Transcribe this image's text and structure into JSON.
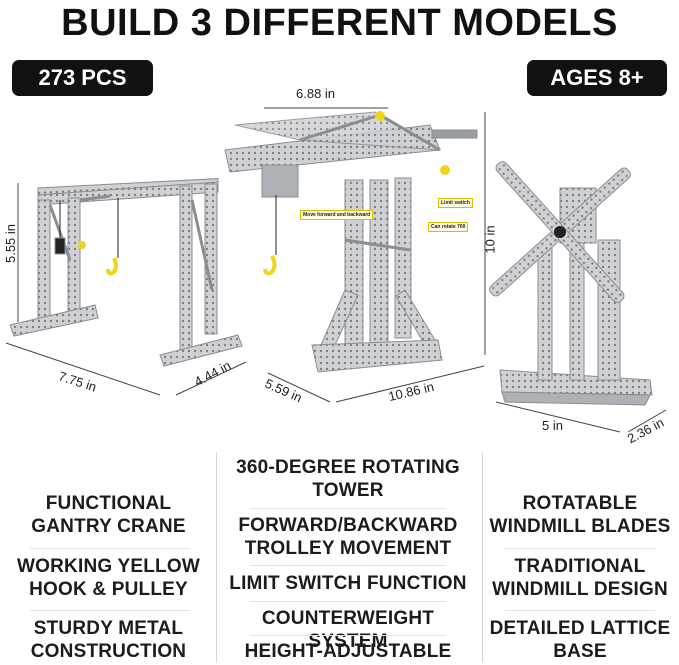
{
  "header": {
    "title": "BUILD 3 DIFFERENT MODELS"
  },
  "badges": {
    "pieces": "273 PCS",
    "ages": "AGES 8+"
  },
  "dimensions": {
    "gantry_height": "5.55 in",
    "gantry_length": "7.75 in",
    "gantry_depth": "4.44 in",
    "crane_width": "6.88 in",
    "crane_height": "10 in",
    "crane_depth": "5.59 in",
    "crane_length": "10.86 in",
    "windmill_width": "5 in",
    "windmill_depth": "2.36 in"
  },
  "crane_notes": {
    "trolley": "Move forward and backward",
    "limit": "Limit switch",
    "rotate": "Can rotate 700"
  },
  "features": {
    "gantry": [
      "FUNCTIONAL\nGANTRY CRANE",
      "WORKING YELLOW\nHOOK & PULLEY",
      "STURDY METAL\nCONSTRUCTION"
    ],
    "tower": [
      "360-DEGREE ROTATING\nTOWER",
      "FORWARD/BACKWARD\nTROLLEY MOVEMENT",
      "LIMIT SWITCH FUNCTION",
      "COUNTERWEIGHT SYSTEM",
      "HEIGHT-ADJUSTABLE TOWER"
    ],
    "windmill": [
      "ROTATABLE\nWINDMILL BLADES",
      "TRADITIONAL\nWINDMILL DESIGN",
      "DETAILED LATTICE\nBASE"
    ]
  },
  "colors": {
    "metal": "#c9cbce",
    "metal_edge": "#8a8d91",
    "hook": "#f2d31b",
    "badge": "#111111"
  }
}
